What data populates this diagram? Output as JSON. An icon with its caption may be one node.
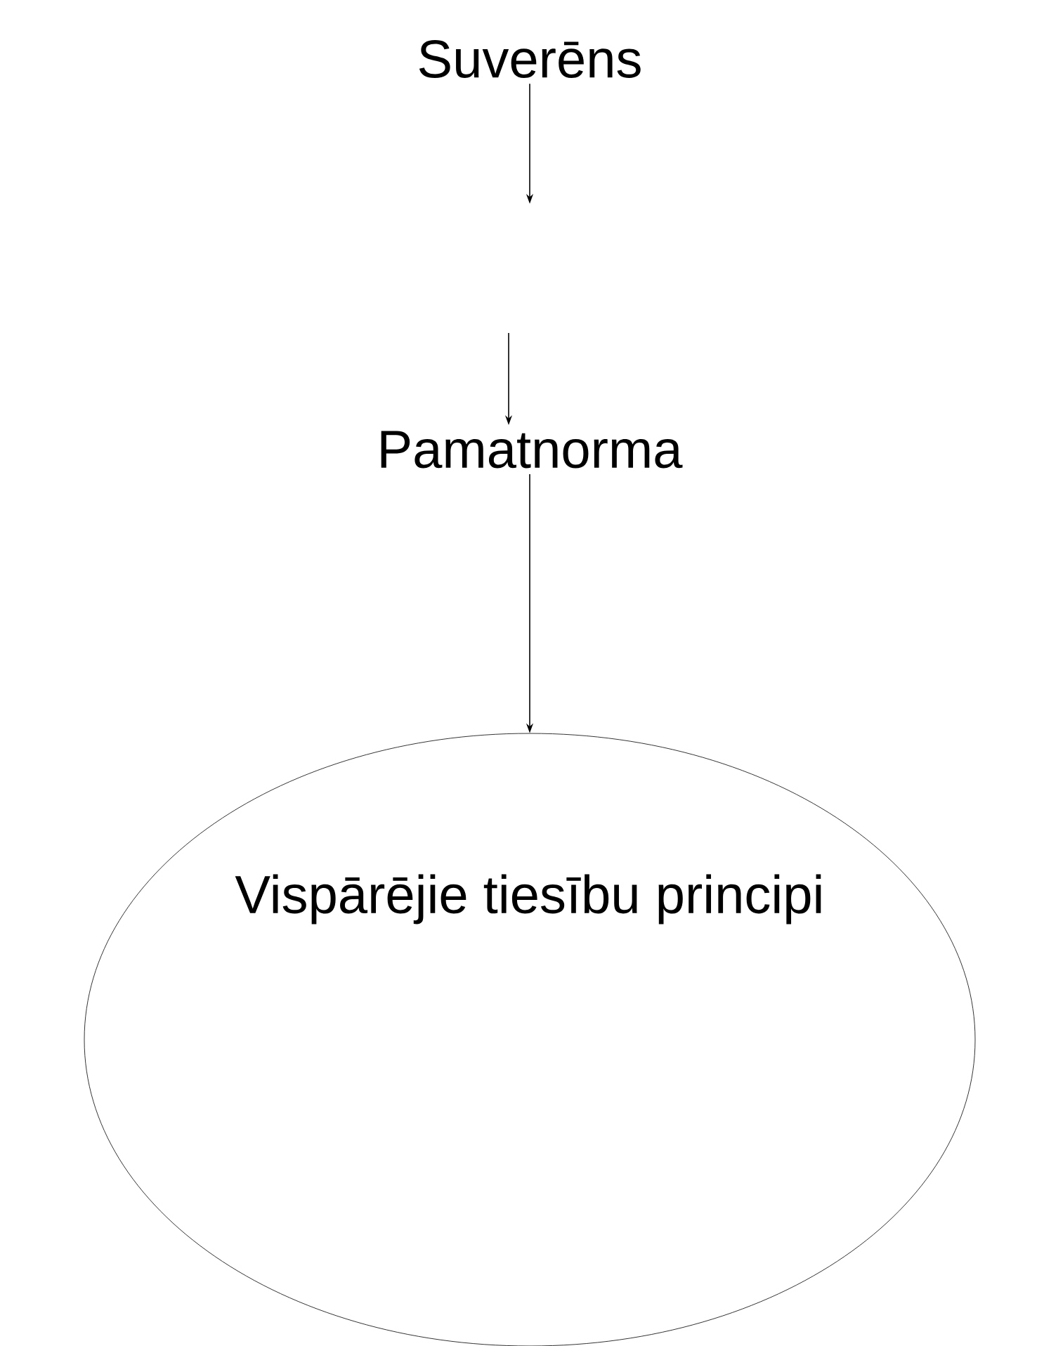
{
  "diagram": {
    "nodes": [
      {
        "text": [
          "Suverēns"
        ]
      },
      {
        "text": [
          "Pamatnorma"
        ]
      },
      {
        "text": [
          "Vispārējie tiesību principi"
        ]
      }
    ],
    "edges": [
      {
        "from": 0,
        "to": null,
        "arrow": "to"
      },
      {
        "from": null,
        "to": 1,
        "arrow": "to"
      },
      {
        "from": 1,
        "to": 2,
        "arrow": "to"
      }
    ]
  }
}
